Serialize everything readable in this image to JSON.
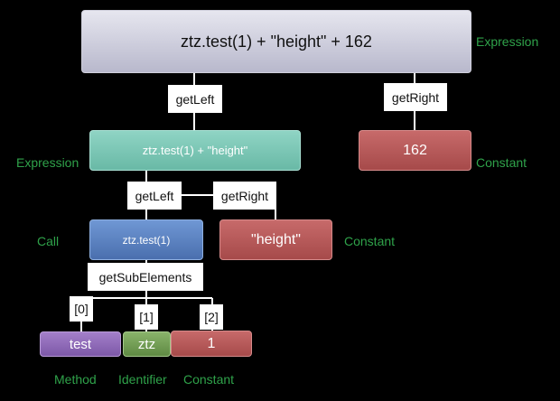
{
  "colors": {
    "background": "#000000",
    "type_label": "#2fa24a",
    "root_node": "#d5d5e2",
    "expression_node": "#7cc6b5",
    "constant_node": "#b85a5a",
    "call_node": "#5c83c1",
    "method_node": "#8f6bb8",
    "identifier_node": "#739e55"
  },
  "nodes": {
    "root": {
      "text": "ztz.test(1) + \"height\" + 162",
      "type": "Expression"
    },
    "left_expr": {
      "text": "ztz.test(1) + \"height\"",
      "type": "Expression"
    },
    "const_162": {
      "text": "162",
      "type": "Constant"
    },
    "call": {
      "text": "ztz.test(1)",
      "type": "Call"
    },
    "const_height": {
      "text": "\"height\"",
      "type": "Constant"
    },
    "method": {
      "text": "test",
      "type": "Method"
    },
    "identifier": {
      "text": "ztz",
      "type": "Identifier"
    },
    "const_1": {
      "text": "1",
      "type": "Constant"
    }
  },
  "edge_labels": {
    "root_left": "getLeft",
    "root_right": "getRight",
    "expr_left": "getLeft",
    "expr_right": "getRight",
    "call_sub": "getSubElements",
    "index_0": "[0]",
    "index_1": "[1]",
    "index_2": "[2]"
  }
}
